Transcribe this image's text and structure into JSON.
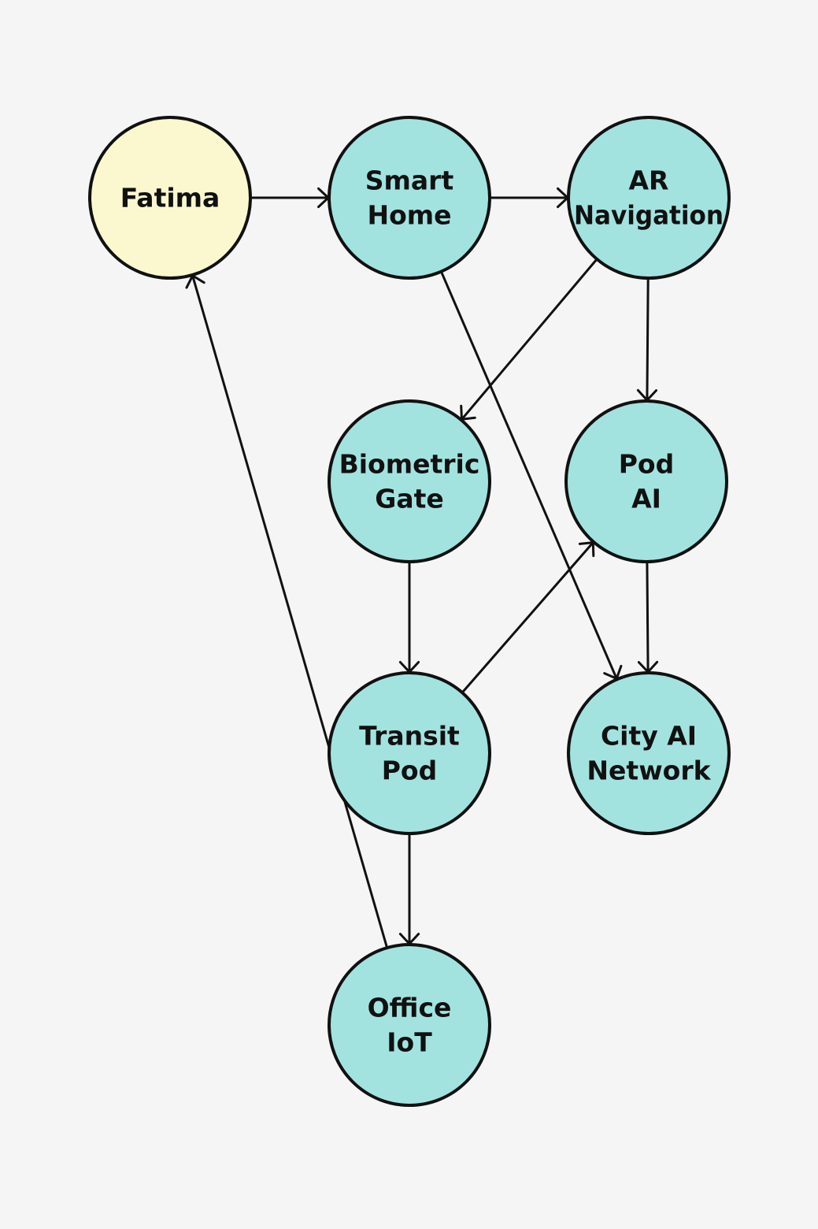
{
  "diagram": {
    "colors": {
      "background": "#f5f5f5",
      "root_fill": "#fbf8d0",
      "node_fill": "#a2e3e0",
      "stroke": "#111111"
    },
    "nodes": [
      {
        "id": "fatima",
        "lines": [
          "Fatima"
        ],
        "root": true
      },
      {
        "id": "smart-home",
        "lines": [
          "Smart",
          "Home"
        ]
      },
      {
        "id": "ar-navigation",
        "lines": [
          "AR",
          "Navigation"
        ]
      },
      {
        "id": "biometric-gate",
        "lines": [
          "Biometric",
          "Gate"
        ]
      },
      {
        "id": "pod-ai",
        "lines": [
          "Pod",
          "AI"
        ]
      },
      {
        "id": "transit-pod",
        "lines": [
          "Transit",
          "Pod"
        ]
      },
      {
        "id": "city-ai-network",
        "lines": [
          "City AI",
          "Network"
        ]
      },
      {
        "id": "office-iot",
        "lines": [
          "Office",
          "IoT"
        ]
      }
    ],
    "edges": [
      {
        "from": "fatima",
        "to": "smart-home"
      },
      {
        "from": "smart-home",
        "to": "ar-navigation"
      },
      {
        "from": "smart-home",
        "to": "city-ai-network"
      },
      {
        "from": "ar-navigation",
        "to": "biometric-gate"
      },
      {
        "from": "ar-navigation",
        "to": "pod-ai"
      },
      {
        "from": "biometric-gate",
        "to": "transit-pod"
      },
      {
        "from": "pod-ai",
        "to": "city-ai-network"
      },
      {
        "from": "transit-pod",
        "to": "pod-ai"
      },
      {
        "from": "transit-pod",
        "to": "office-iot"
      },
      {
        "from": "office-iot",
        "to": "fatima"
      }
    ]
  }
}
